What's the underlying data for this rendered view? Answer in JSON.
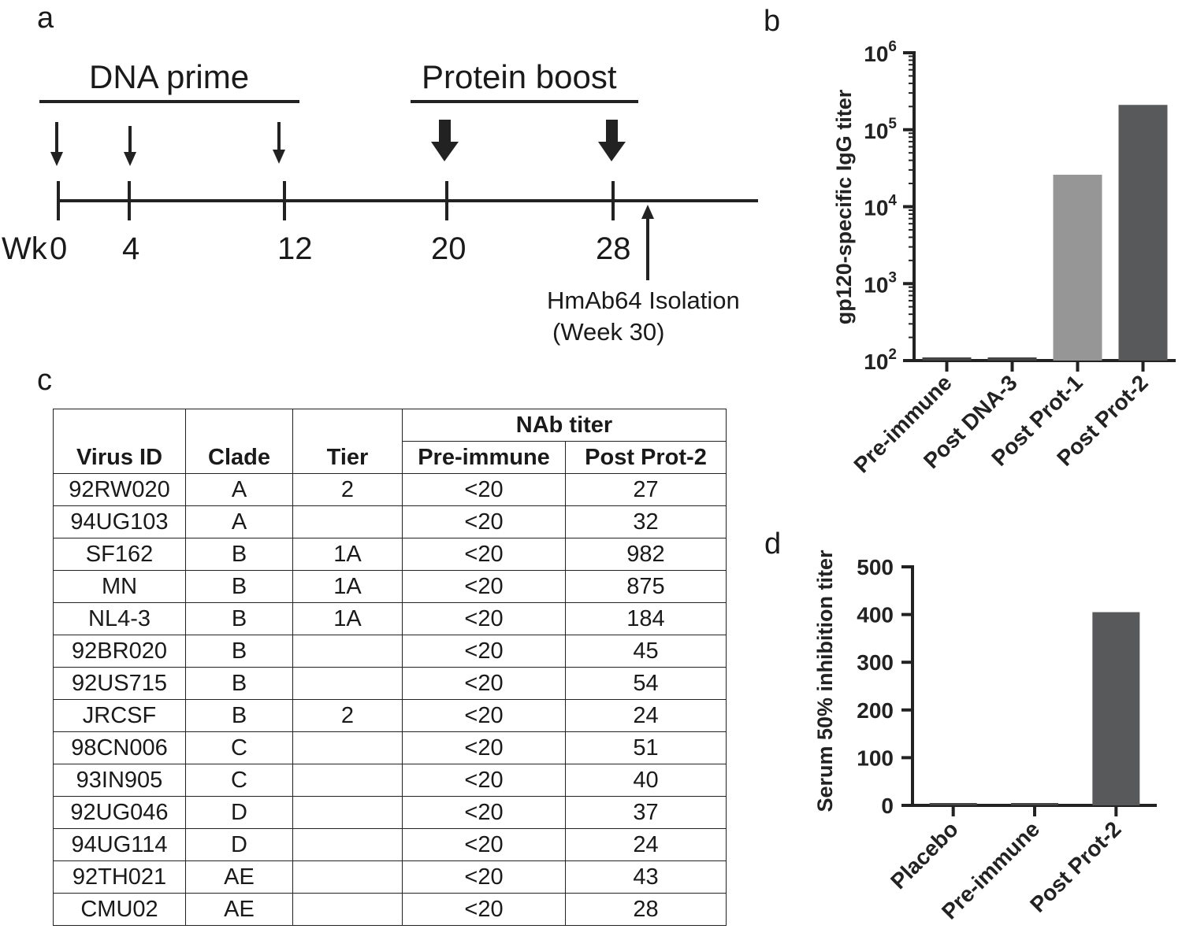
{
  "panel_labels": {
    "a": "a",
    "b": "b",
    "c": "c",
    "d": "d"
  },
  "timeline": {
    "dna_prime": "DNA prime",
    "protein_boost": "Protein boost",
    "week_prefix": "Wk",
    "weeks": [
      "0",
      "4",
      "12",
      "20",
      "28"
    ],
    "isolation_line1": "HmAb64 Isolation",
    "isolation_line2": "(Week 30)"
  },
  "table": {
    "group_header": "NAb titer",
    "headers": [
      "Virus ID",
      "Clade",
      "Tier",
      "Pre-immune",
      "Post Prot-2"
    ],
    "rows": [
      [
        "92RW020",
        "A",
        "2",
        "<20",
        "27"
      ],
      [
        "94UG103",
        "A",
        "",
        "<20",
        "32"
      ],
      [
        "SF162",
        "B",
        "1A",
        "<20",
        "982"
      ],
      [
        "MN",
        "B",
        "1A",
        "<20",
        "875"
      ],
      [
        "NL4-3",
        "B",
        "1A",
        "<20",
        "184"
      ],
      [
        "92BR020",
        "B",
        "",
        "<20",
        "45"
      ],
      [
        "92US715",
        "B",
        "",
        "<20",
        "54"
      ],
      [
        "JRCSF",
        "B",
        "2",
        "<20",
        "24"
      ],
      [
        "98CN006",
        "C",
        "",
        "<20",
        "51"
      ],
      [
        "93IN905",
        "C",
        "",
        "<20",
        "40"
      ],
      [
        "92UG046",
        "D",
        "",
        "<20",
        "37"
      ],
      [
        "94UG114",
        "D",
        "",
        "<20",
        "24"
      ],
      [
        "92TH021",
        "AE",
        "",
        "<20",
        "43"
      ],
      [
        "CMU02",
        "AE",
        "",
        "<20",
        "28"
      ]
    ]
  },
  "chart_data": [
    {
      "type": "bar",
      "panel": "b",
      "ylabel": "gp120-specific IgG titer",
      "yscale": "log",
      "ylim": [
        100,
        1000000
      ],
      "yticks": [
        {
          "value": 100,
          "base": "10",
          "exp": "2"
        },
        {
          "value": 1000,
          "base": "10",
          "exp": "3"
        },
        {
          "value": 10000,
          "base": "10",
          "exp": "4"
        },
        {
          "value": 100000,
          "base": "10",
          "exp": "5"
        },
        {
          "value": 1000000,
          "base": "10",
          "exp": "6"
        }
      ],
      "categories": [
        "Pre-immune",
        "Post DNA-3",
        "Post Prot-1",
        "Post Prot-2"
      ],
      "values": [
        110,
        110,
        26000,
        210000
      ],
      "colors": [
        "#444444",
        "#444444",
        "#969696",
        "#58595b"
      ]
    },
    {
      "type": "bar",
      "panel": "d",
      "ylabel": "Serum 50% inhibition titer",
      "ylim": [
        0,
        500
      ],
      "yticks": [
        0,
        100,
        200,
        300,
        400,
        500
      ],
      "categories": [
        "Placebo",
        "Pre-immune",
        "Post Prot-2"
      ],
      "values": [
        2,
        2,
        405
      ],
      "colors": [
        "#444444",
        "#444444",
        "#58595b"
      ]
    }
  ]
}
